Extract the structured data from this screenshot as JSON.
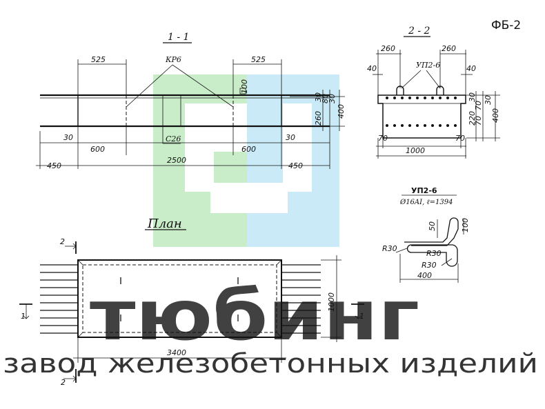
{
  "sheet_code": "ФБ-2",
  "section_1": {
    "title": "1 - 1",
    "label_mesh": "КР6",
    "label_mesh_bottom": "С26",
    "dim_top_left": "525",
    "dim_top_right": "525",
    "dim_left_cover": "30",
    "dim_right_cover": "30",
    "dim_left_mesh": "600",
    "dim_right_mesh": "600",
    "dim_left_total": "450",
    "dim_length": "2500",
    "dim_right_total": "450",
    "dim_v1": "30",
    "dim_v2": "80",
    "dim_v3": "30",
    "dim_v4": "260",
    "dim_v5": "400",
    "dim_v6": "100"
  },
  "section_2": {
    "title": "2 - 2",
    "label_loop": "УП2-6",
    "dim_left": "260",
    "dim_right": "260",
    "dim_cover_left": "40",
    "dim_cover_right": "40",
    "dim_v1": "30",
    "dim_v2": "70",
    "dim_v3": "30",
    "dim_v4": "220",
    "dim_v5": "70",
    "dim_v6": "400",
    "dim_bottom_l": "70",
    "dim_bottom_r": "70",
    "dim_width": "1000"
  },
  "loop_detail": {
    "title": "УП2-6",
    "spec": "Ø16AI, ℓ=1394",
    "dim_50": "50",
    "dim_100": "100",
    "radius_1": "R30",
    "radius_2": "R30",
    "radius_3": "R30",
    "dim_400": "400"
  },
  "plan": {
    "title": "План",
    "dim_length": "3400",
    "dim_width": "1000",
    "cut_1": "1",
    "cut_2": "2"
  },
  "watermark": {
    "brand": "тюбинг",
    "subtitle": "завод железобетонных изделий"
  },
  "colors": {
    "logo_green": "#c9ecc9",
    "logo_blue": "#c9eaf6",
    "watermark_gray": "#cfcfcf"
  }
}
